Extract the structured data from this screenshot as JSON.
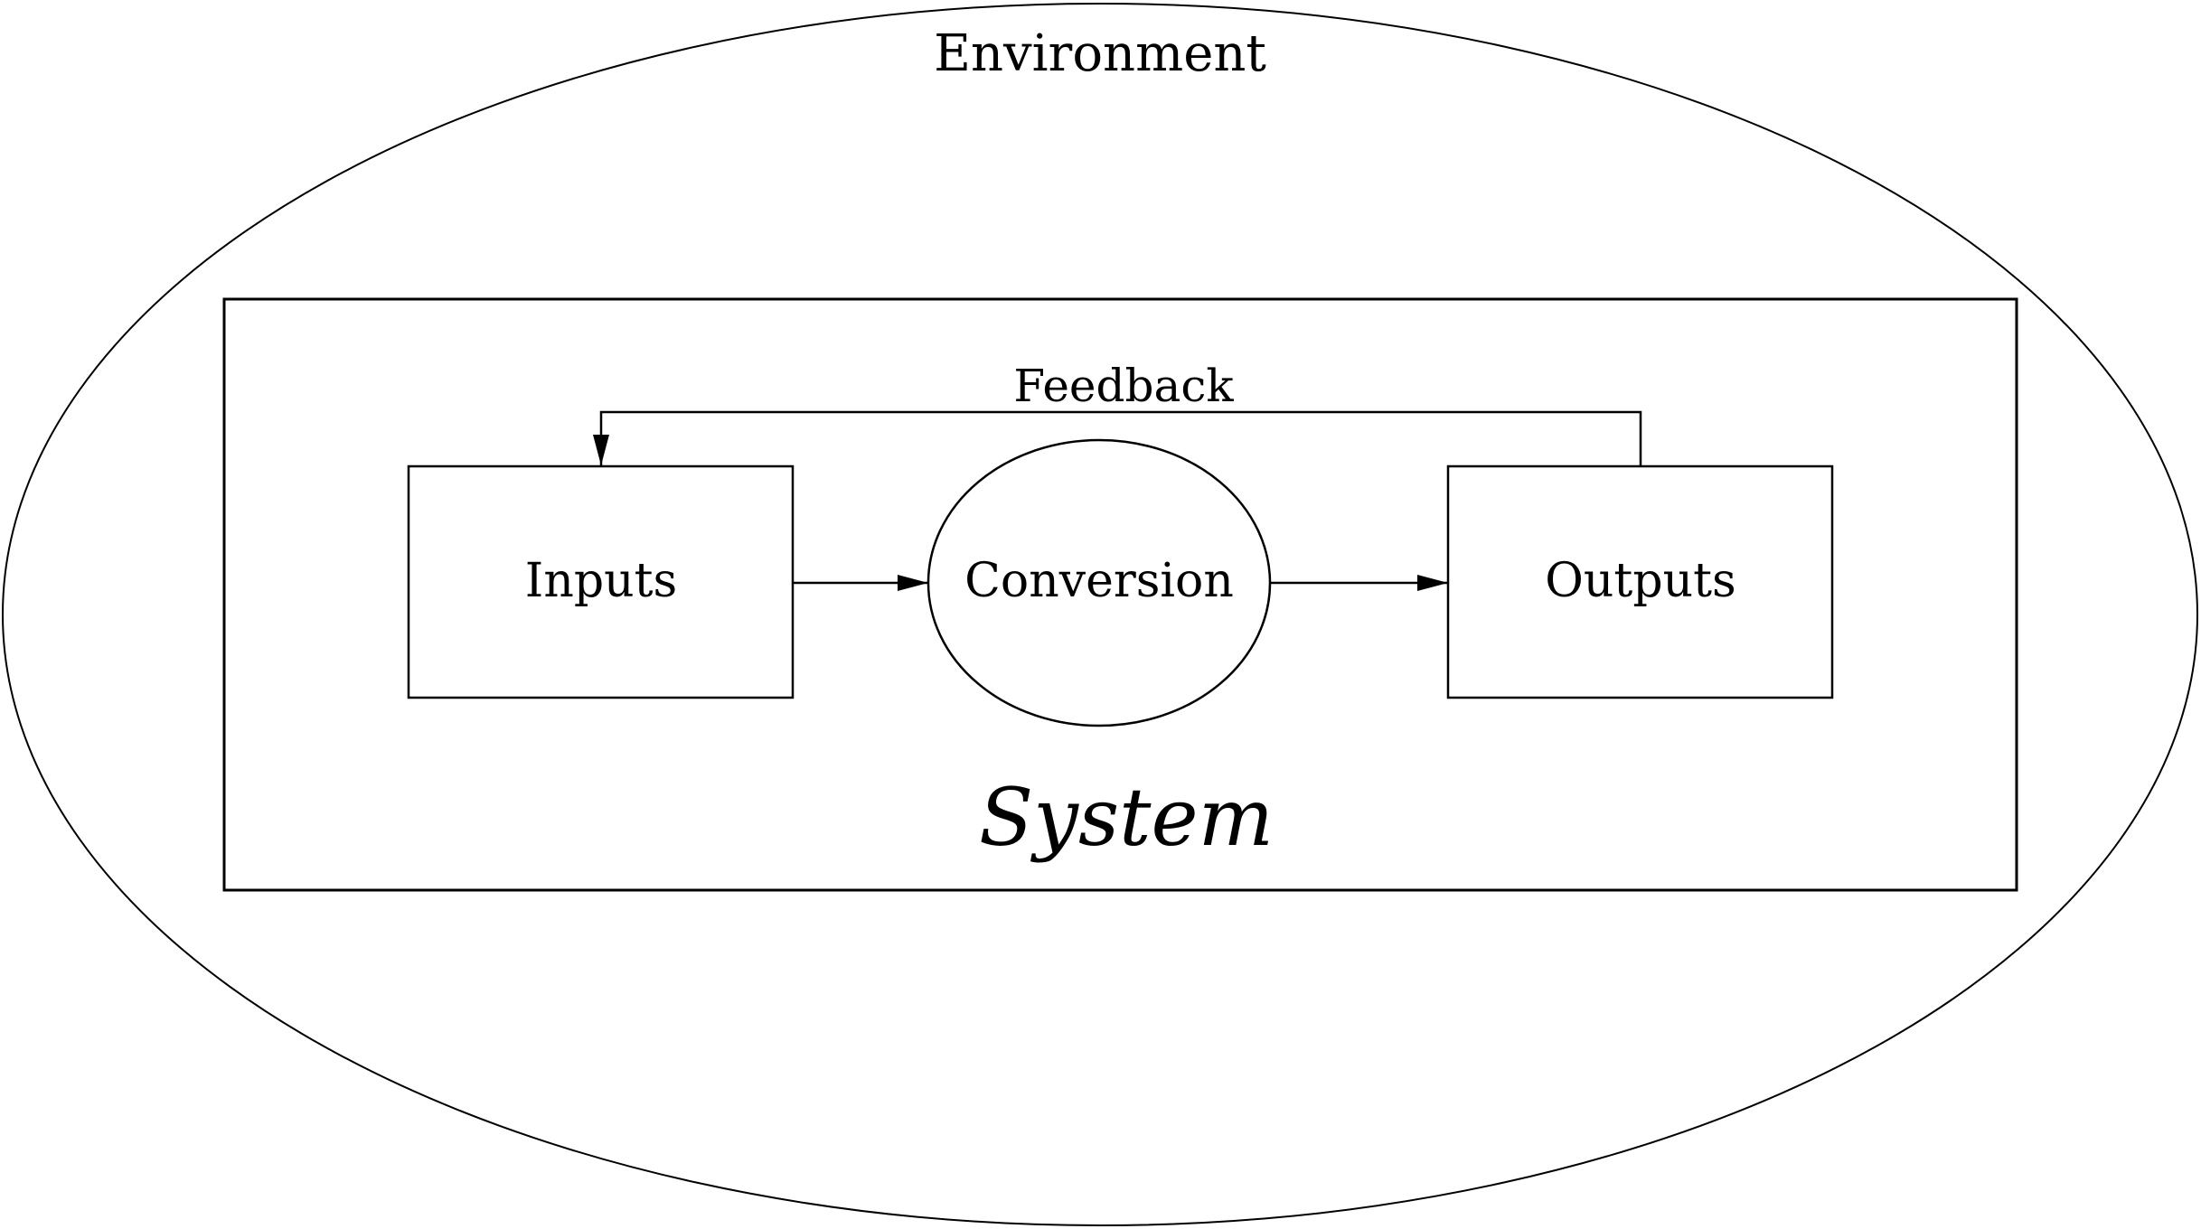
{
  "diagram": {
    "environment_label": "Environment",
    "system_label": "System",
    "feedback_label": "Feedback",
    "nodes": {
      "inputs": "Inputs",
      "conversion": "Conversion",
      "outputs": "Outputs"
    },
    "colors": {
      "stroke": "#000000",
      "text": "#000000",
      "background": "#ffffff"
    }
  }
}
